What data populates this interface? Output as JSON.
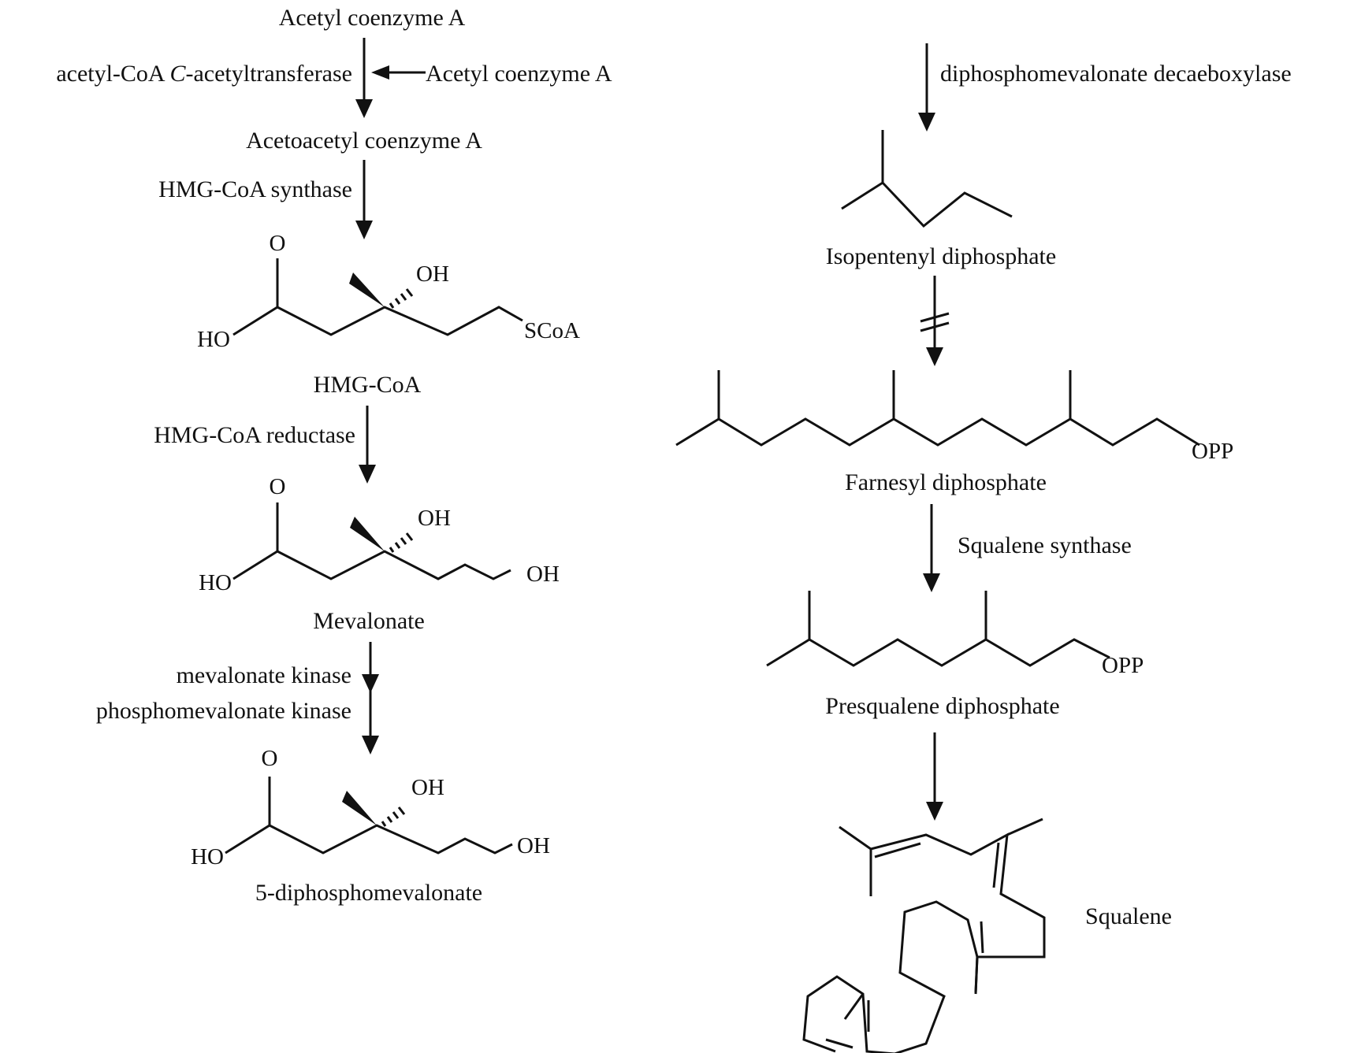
{
  "left": {
    "acetyl_coa_top": "Acetyl coenzyme A",
    "enzyme_1_prefix": "acetyl-CoA ",
    "enzyme_1_italic": "C",
    "enzyme_1_suffix": "-acetyltransferase",
    "acetyl_coa_side": "Acetyl coenzyme A",
    "acetoacetyl_coa": "Acetoacetyl coenzyme A",
    "enzyme_2": "HMG-CoA synthase",
    "hmg_coa": "HMG-CoA",
    "enzyme_3": "HMG-CoA reductase",
    "mevalonate": "Mevalonate",
    "enzyme_4a": "mevalonate kinase",
    "enzyme_4b": "phosphomevalonate kinase",
    "diphosphomevalonate": "5-diphosphomevalonate"
  },
  "right": {
    "enzyme_5": "diphosphomevalonate decaeboxylase",
    "isopentenyl_dp": "Isopentenyl diphosphate",
    "farnesyl_dp": "Farnesyl diphosphate",
    "enzyme_6": "Squalene synthase",
    "presqualene_dp": "Presqualene diphosphate",
    "squalene": "Squalene"
  },
  "atoms": {
    "oxygen": "O",
    "hydroxyl_right": "OH",
    "hydroxyl_left": "HO",
    "scoa": "SCoA",
    "opp": "OPP"
  }
}
